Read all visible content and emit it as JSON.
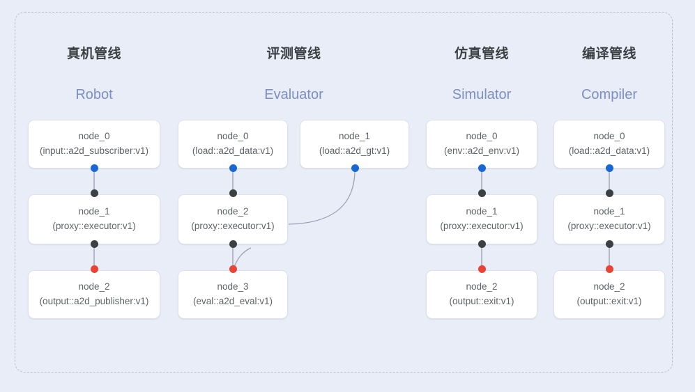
{
  "diagram": {
    "frame_style": "dashed-rounded",
    "background_color": "#e9edf8",
    "box_color": "#ffffff",
    "border_color": "#dfe2ea",
    "accent_colors": {
      "input_port": "#1967d2",
      "link_port": "#3c4043",
      "output_port": "#ea4335",
      "subtitle": "#7b8fc4",
      "title": "#3c4043",
      "edge": "#9aa3b5"
    }
  },
  "columns": [
    {
      "id": "robot",
      "title_cn": "真机管线",
      "title_en": "Robot",
      "nodes": [
        {
          "name": "node_0",
          "type": "(input::a2d_subscriber:v1)"
        },
        {
          "name": "node_1",
          "type": "(proxy::executor:v1)"
        },
        {
          "name": "node_2",
          "type": "(output::a2d_publisher:v1)"
        }
      ]
    },
    {
      "id": "evaluator",
      "title_cn": "评测管线",
      "title_en": "Evaluator",
      "nodes": [
        {
          "name": "node_0",
          "type": "(load::a2d_data:v1)"
        },
        {
          "name": "node_1",
          "type": "(load::a2d_gt:v1)"
        },
        {
          "name": "node_2",
          "type": "(proxy::executor:v1)"
        },
        {
          "name": "node_3",
          "type": "(eval::a2d_eval:v1)"
        }
      ]
    },
    {
      "id": "simulator",
      "title_cn": "仿真管线",
      "title_en": "Simulator",
      "nodes": [
        {
          "name": "node_0",
          "type": "(env::a2d_env:v1)"
        },
        {
          "name": "node_1",
          "type": "(proxy::executor:v1)"
        },
        {
          "name": "node_2",
          "type": "(output::exit:v1)"
        }
      ]
    },
    {
      "id": "compiler",
      "title_cn": "编译管线",
      "title_en": "Compiler",
      "nodes": [
        {
          "name": "node_0",
          "type": "(load::a2d_data:v1)"
        },
        {
          "name": "node_1",
          "type": "(proxy::executor:v1)"
        },
        {
          "name": "node_2",
          "type": "(output::exit:v1)"
        }
      ]
    }
  ]
}
